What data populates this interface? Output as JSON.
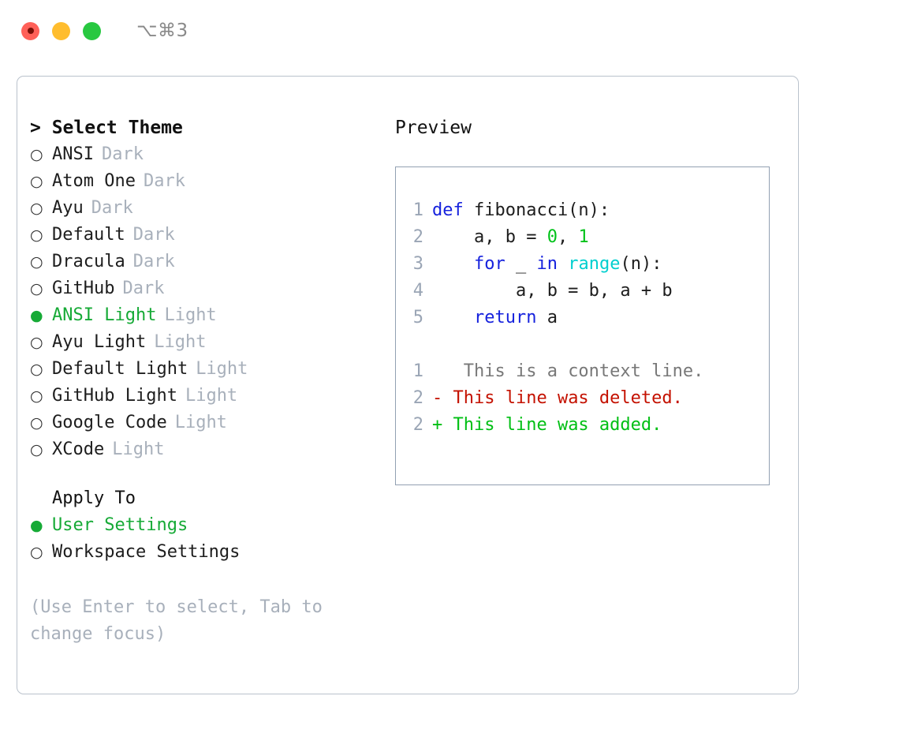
{
  "titlebar": {
    "shortcut": "⌥⌘3",
    "buttons": [
      {
        "name": "close",
        "color": "#ff6058"
      },
      {
        "name": "minimize",
        "color": "#ffbd2e"
      },
      {
        "name": "maximize",
        "color": "#28c840"
      }
    ]
  },
  "theme_picker": {
    "heading": "> Select Theme",
    "selected_theme": "ANSI Light",
    "bullet_selected": "●",
    "bullet_unselected": "○",
    "options": [
      {
        "label": "ANSI",
        "suffix": "Dark",
        "selected": false
      },
      {
        "label": "Atom One",
        "suffix": "Dark",
        "selected": false
      },
      {
        "label": "Ayu",
        "suffix": "Dark",
        "selected": false
      },
      {
        "label": "Default",
        "suffix": "Dark",
        "selected": false
      },
      {
        "label": "Dracula",
        "suffix": "Dark",
        "selected": false
      },
      {
        "label": "GitHub",
        "suffix": "Dark",
        "selected": false
      },
      {
        "label": "ANSI Light",
        "suffix": "Light",
        "selected": true
      },
      {
        "label": "Ayu Light",
        "suffix": "Light",
        "selected": false
      },
      {
        "label": "Default Light",
        "suffix": "Light",
        "selected": false
      },
      {
        "label": "GitHub Light",
        "suffix": "Light",
        "selected": false
      },
      {
        "label": "Google Code",
        "suffix": "Light",
        "selected": false
      },
      {
        "label": "XCode",
        "suffix": "Light",
        "selected": false
      }
    ]
  },
  "apply_to": {
    "title": "Apply To",
    "selected_scope": "User Settings",
    "options": [
      {
        "label": "User Settings",
        "selected": true
      },
      {
        "label": "Workspace Settings",
        "selected": false
      }
    ]
  },
  "hint": "(Use Enter to select, Tab to change focus)",
  "preview": {
    "heading": "Preview",
    "code_lines": [
      {
        "lineno": "1",
        "tokens": [
          {
            "text": "def ",
            "type": "kw"
          },
          {
            "text": "fibonacci(n):",
            "type": "plain"
          }
        ]
      },
      {
        "lineno": "2",
        "tokens": [
          {
            "text": "    a, b = ",
            "type": "plain"
          },
          {
            "text": "0",
            "type": "num"
          },
          {
            "text": ", ",
            "type": "plain"
          },
          {
            "text": "1",
            "type": "num"
          }
        ]
      },
      {
        "lineno": "3",
        "tokens": [
          {
            "text": "    ",
            "type": "plain"
          },
          {
            "text": "for",
            "type": "kw"
          },
          {
            "text": " _ ",
            "type": "plain"
          },
          {
            "text": "in",
            "type": "kw"
          },
          {
            "text": " ",
            "type": "plain"
          },
          {
            "text": "range",
            "type": "fn"
          },
          {
            "text": "(n):",
            "type": "plain"
          }
        ]
      },
      {
        "lineno": "4",
        "tokens": [
          {
            "text": "        a, b = b, a + b",
            "type": "plain"
          }
        ]
      },
      {
        "lineno": "5",
        "tokens": [
          {
            "text": "    ",
            "type": "plain"
          },
          {
            "text": "return",
            "type": "kw"
          },
          {
            "text": " a",
            "type": "plain"
          }
        ]
      }
    ],
    "diff_lines": [
      {
        "lineno": "1",
        "marker": " ",
        "text": "  This is a context line.",
        "kind": "ctx"
      },
      {
        "lineno": "2",
        "marker": "-",
        "text": " This line was deleted.",
        "kind": "del"
      },
      {
        "lineno": "2",
        "marker": "+",
        "text": " This line was added.",
        "kind": "add"
      }
    ]
  },
  "colors": {
    "accent_green": "#16aa36",
    "muted": "#a8b0bb",
    "keyword": "#1622dd",
    "function": "#00cfcf",
    "number": "#00c219",
    "diff_deleted": "#c41100",
    "diff_added": "#00bf14",
    "diff_context": "#787878",
    "border": "#92a0b2"
  }
}
